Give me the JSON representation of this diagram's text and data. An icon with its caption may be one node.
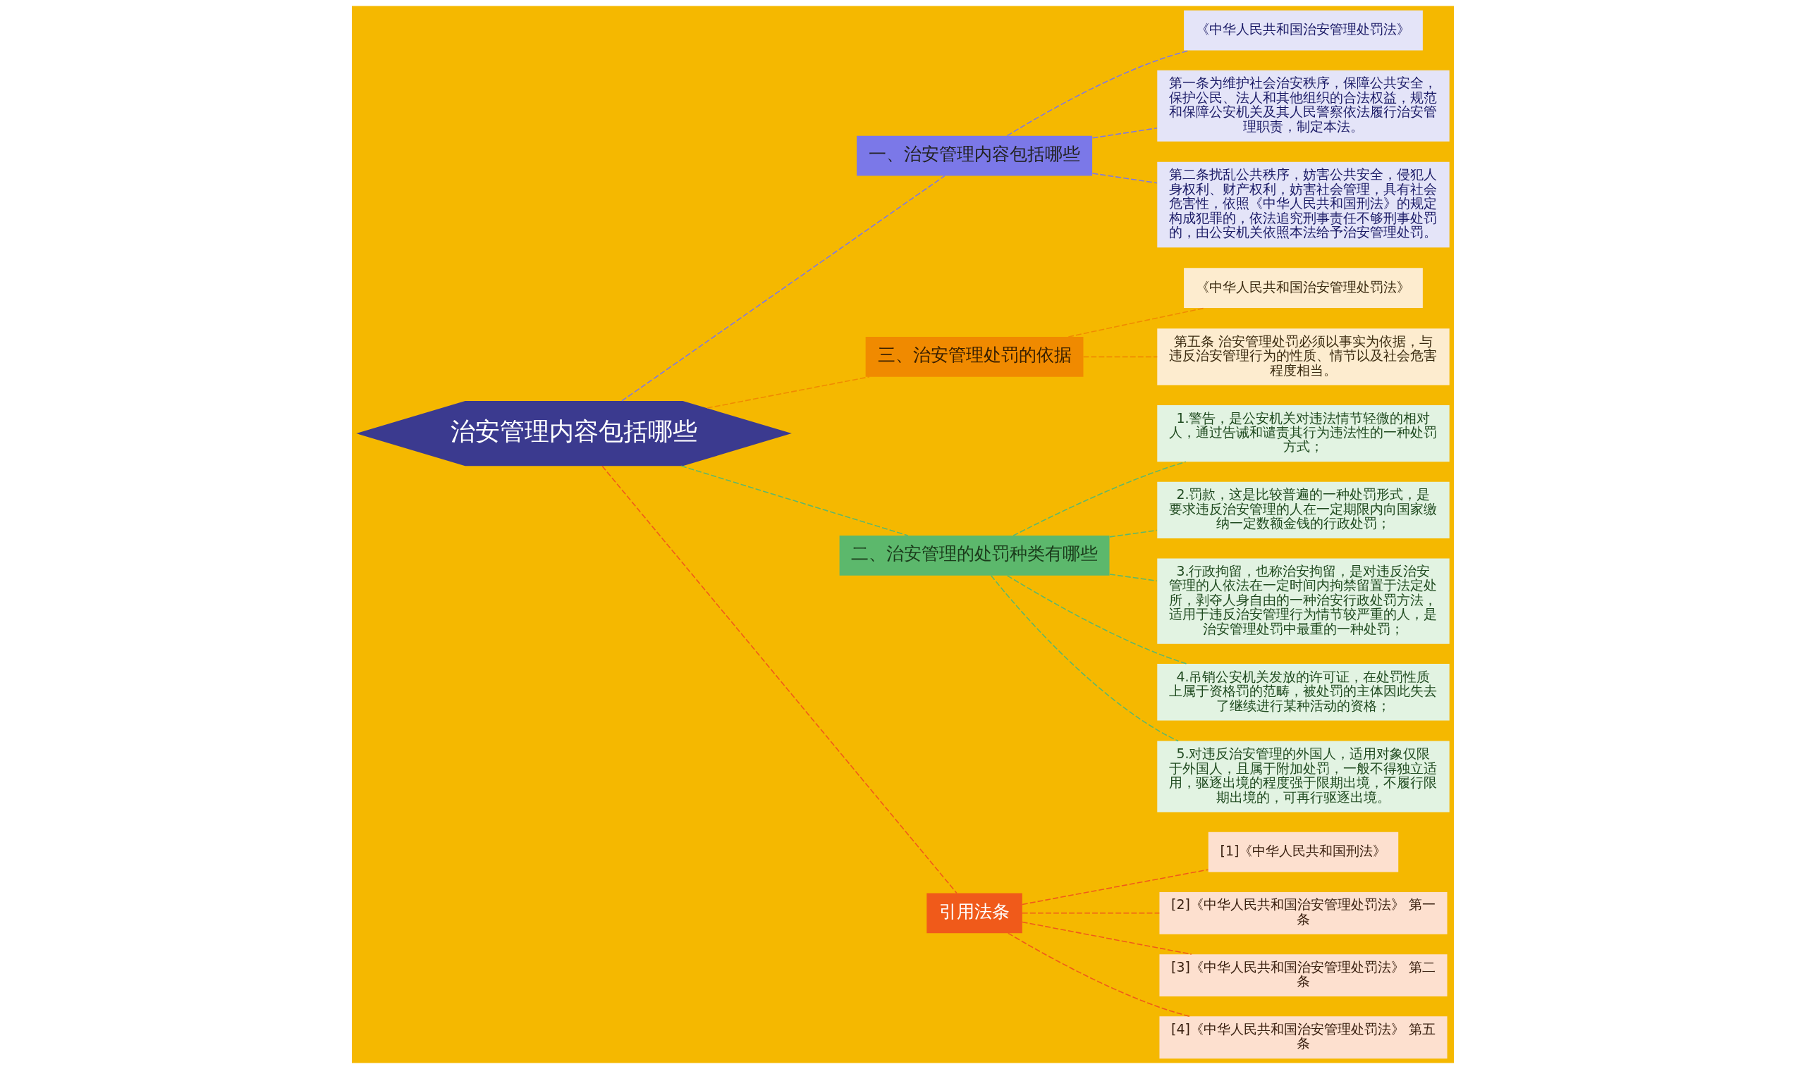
{
  "diagram": {
    "nodes": [
      {
        "text": [
          "治安管理内容包括哪些"
        ]
      },
      {
        "text": [
          "一、治安管理内容包括哪些"
        ]
      },
      {
        "text": [
          "《中华人民共和国治安管理处罚法》"
        ]
      },
      {
        "text": [
          "第一条为维护社会治安秩序，保障公共安全，保护公民、法人和其他组织的合法权益，规范和保障公安机关及其人民警察依法履行治安管理职责，制定本法。"
        ]
      },
      {
        "text": [
          "第二条扰乱公共秩序，妨害公共安全，侵犯人身权利、财产权利，妨害社会管理，具有社会危害性，依照《中华人民共和国刑法》的规定构成犯罪的，依法追究刑事责任不够刑事处罚的，由公安机关依照本法给予治安管理处罚。"
        ]
      },
      {
        "text": [
          "三、治安管理处罚的依据"
        ]
      },
      {
        "text": [
          "《中华人民共和国治安管理处罚法》"
        ]
      },
      {
        "text": [
          "第五条 治安管理处罚必须以事实为依据，与违反治安管理行为的性质、情节以及社会危害程度相当。"
        ]
      },
      {
        "text": [
          "二、治安管理的处罚种类有哪些"
        ]
      },
      {
        "text": [
          "1.警告，是公安机关对违法情节轻微的相对人，通过告诫和谴责其行为违法性的一种处罚方式；"
        ]
      },
      {
        "text": [
          "2.罚款，这是比较普遍的一种处罚形式，是要求违反治安管理的人在一定期限内向国家缴纳一定数额金钱的行政处罚；"
        ]
      },
      {
        "text": [
          "3.行政拘留，也称治安拘留，是对违反治安管理的人依法在一定时间内拘禁留置于法定处所，剥夺人身自由的一种治安行政处罚方法，适用于违反治安管理行为情节较严重的人，是治安管理处罚中最重的一种处罚；"
        ]
      },
      {
        "text": [
          "4.吊销公安机关发放的许可证，在处罚性质上属于资格罚的范畴，被处罚的主体因此失去了继续进行某种活动的资格；"
        ]
      },
      {
        "text": [
          "5.对违反治安管理的外国人，适用对象仅限于外国人，且属于附加处罚，一般不得独立适用，驱逐出境的程度强于限期出境，不履行限期出境的，可再行驱逐出境。"
        ]
      },
      {
        "text": [
          "引用法条"
        ]
      },
      {
        "text": [
          "[1]《中华人民共和国刑法》"
        ]
      },
      {
        "text": [
          "[2]《中华人民共和国治安管理处罚法》 第一条"
        ]
      },
      {
        "text": [
          "[3]《中华人民共和国治安管理处罚法》 第二条"
        ]
      },
      {
        "text": [
          "[4]《中华人民共和国治安管理处罚法》 第五条"
        ]
      }
    ],
    "edges": [
      {
        "from": 0,
        "to": 1,
        "arrow": "none",
        "style": "dashed",
        "color": "#7b78e8"
      },
      {
        "from": 1,
        "to": 2,
        "arrow": "none",
        "style": "dashed",
        "color": "#7b78e8"
      },
      {
        "from": 1,
        "to": 3,
        "arrow": "none",
        "style": "dashed",
        "color": "#7b78e8"
      },
      {
        "from": 1,
        "to": 4,
        "arrow": "none",
        "style": "dashed",
        "color": "#7b78e8"
      },
      {
        "from": 0,
        "to": 5,
        "arrow": "none",
        "style": "dashed",
        "color": "#f08a00"
      },
      {
        "from": 5,
        "to": 6,
        "arrow": "none",
        "style": "dashed",
        "color": "#f08a00"
      },
      {
        "from": 5,
        "to": 7,
        "arrow": "none",
        "style": "dashed",
        "color": "#f08a00"
      },
      {
        "from": 0,
        "to": 8,
        "arrow": "none",
        "style": "dashed",
        "color": "#5cb86c"
      },
      {
        "from": 8,
        "to": 9,
        "arrow": "none",
        "style": "dashed",
        "color": "#5cb86c"
      },
      {
        "from": 8,
        "to": 10,
        "arrow": "none",
        "style": "dashed",
        "color": "#5cb86c"
      },
      {
        "from": 8,
        "to": 11,
        "arrow": "none",
        "style": "dashed",
        "color": "#5cb86c"
      },
      {
        "from": 8,
        "to": 12,
        "arrow": "none",
        "style": "dashed",
        "color": "#5cb86c"
      },
      {
        "from": 8,
        "to": 13,
        "arrow": "none",
        "style": "dashed",
        "color": "#5cb86c"
      },
      {
        "from": 0,
        "to": 14,
        "arrow": "none",
        "style": "dashed",
        "color": "#f05a1a"
      },
      {
        "from": 14,
        "to": 15,
        "arrow": "none",
        "style": "dashed",
        "color": "#f05a1a"
      },
      {
        "from": 14,
        "to": 16,
        "arrow": "none",
        "style": "dashed",
        "color": "#f05a1a"
      },
      {
        "from": 14,
        "to": 17,
        "arrow": "none",
        "style": "dashed",
        "color": "#f05a1a"
      },
      {
        "from": 14,
        "to": 18,
        "arrow": "none",
        "style": "dashed",
        "color": "#f05a1a"
      }
    ]
  }
}
